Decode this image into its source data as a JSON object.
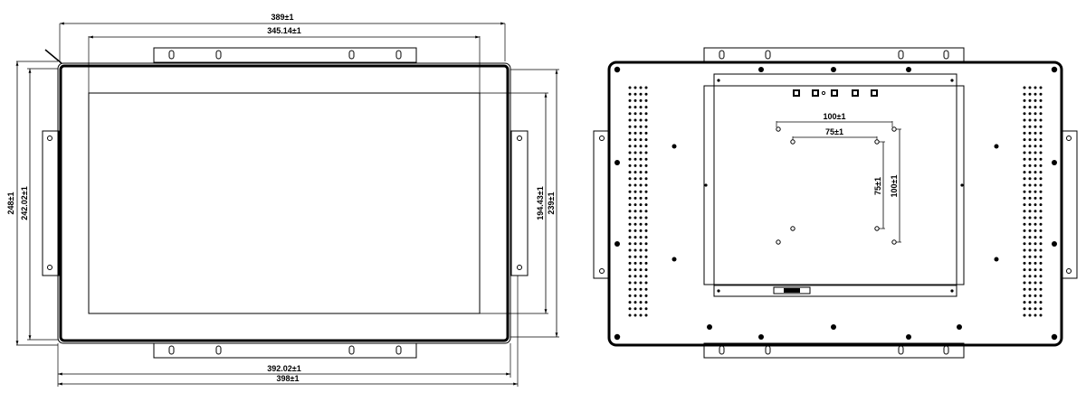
{
  "front_view": {
    "overall_width": "389±1",
    "active_width": "345.14±1",
    "overall_height": "248±1",
    "bezel_height": "242.02±1",
    "active_height": "194.43±1",
    "frame_height": "239±1",
    "frame_width": "392.02±1",
    "bracket_width": "398±1"
  },
  "rear_view": {
    "vesa_100_horizontal": "100±1",
    "vesa_75_horizontal": "75±1",
    "vesa_75_vertical": "75±1",
    "vesa_100_vertical": "100±1"
  }
}
